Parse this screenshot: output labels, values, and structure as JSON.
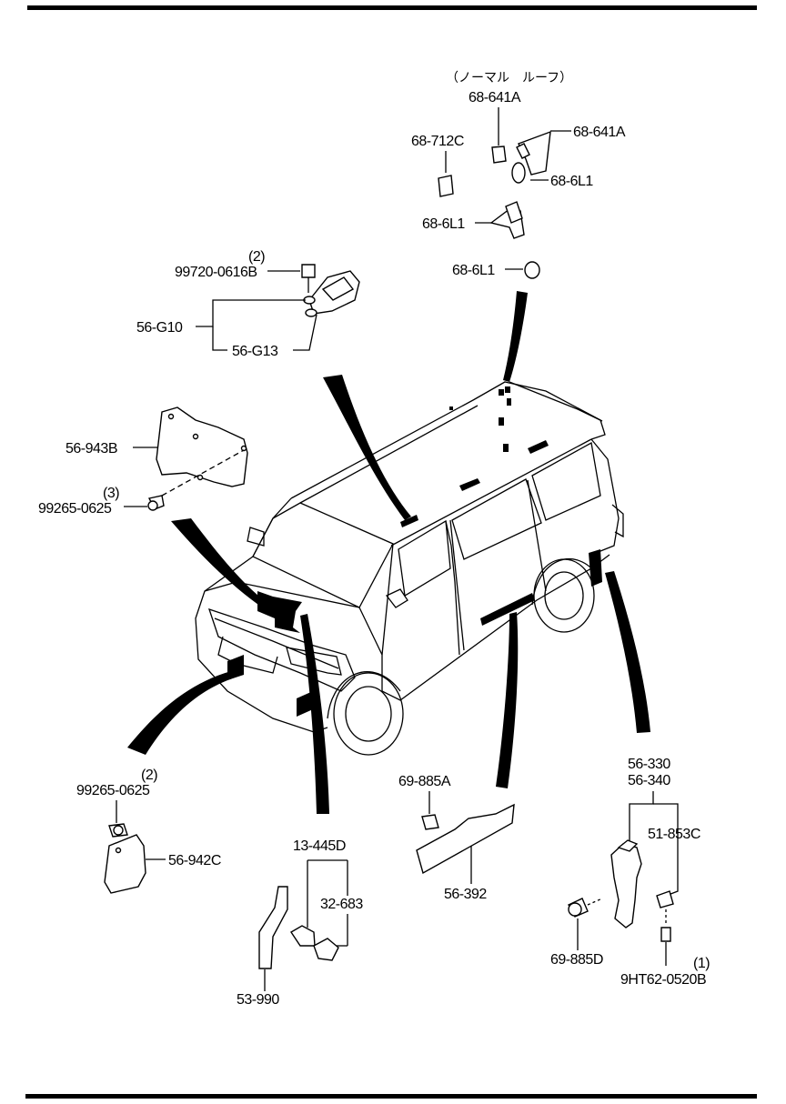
{
  "note_normal_roof": "（ノーマル　ルーフ）",
  "callouts": {
    "c_68_641A_top": "68-641A",
    "c_68_712C": "68-712C",
    "c_68_641A_right": "68-641A",
    "c_68_6L1_a": "68-6L1",
    "c_68_6L1_b": "68-6L1",
    "c_68_6L1_c": "68-6L1",
    "c_99720_qty": "(2)",
    "c_99720": "99720-0616B",
    "c_56_G10": "56-G10",
    "c_56_G13": "56-G13",
    "c_56_943B": "56-943B",
    "c_99265_qty_a": "(3)",
    "c_99265_a": "99265-0625",
    "c_99265_qty_b": "(2)",
    "c_99265_b": "99265-0625",
    "c_56_942C": "56-942C",
    "c_13_445D": "13-445D",
    "c_32_683": "32-683",
    "c_53_990": "53-990",
    "c_69_885A": "69-885A",
    "c_56_392": "56-392",
    "c_56_330": "56-330",
    "c_56_340": "56-340",
    "c_51_853C": "51-853C",
    "c_69_885D": "69-885D",
    "c_9HT62_qty": "(1)",
    "c_9HT62": "9HT62-0520B"
  }
}
